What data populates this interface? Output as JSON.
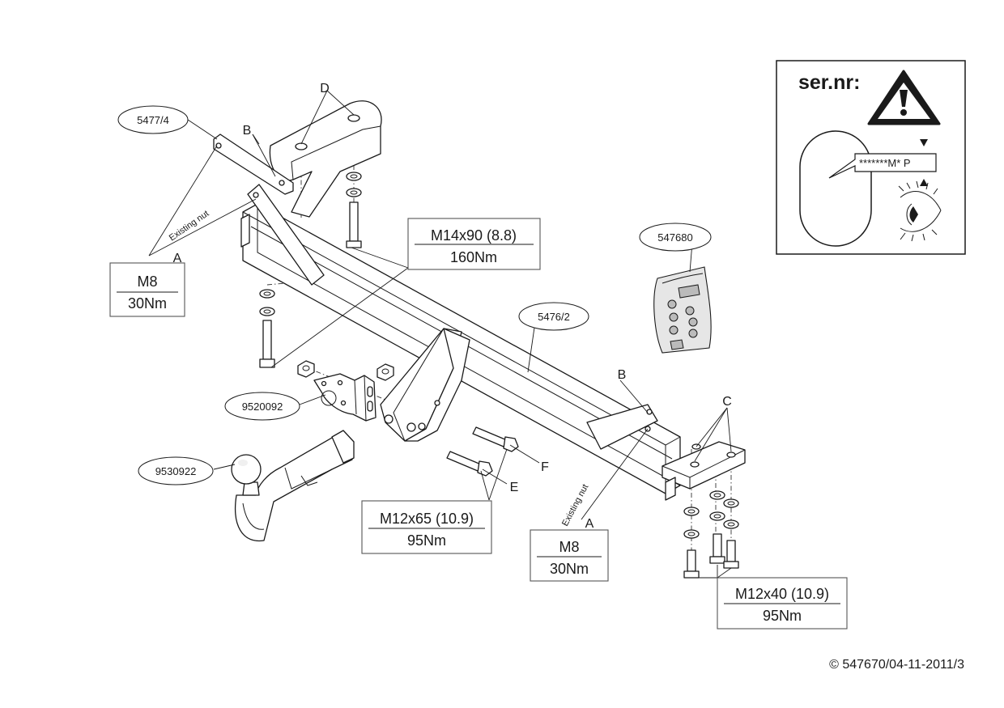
{
  "serial_panel": {
    "ser_label": "ser.nr:",
    "plate_text": "*******M* P",
    "warning_icon": "warning-triangle-icon",
    "eye_icon": "eye-icon"
  },
  "part_numbers": {
    "crossbar": "5476/2",
    "left_bracket": "5477/4",
    "hardware_kit": "547680",
    "ball_plate": "9520092",
    "tow_ball": "9530922"
  },
  "point_letters": {
    "a_left": "A",
    "a_right": "A",
    "b_left": "B",
    "b_right": "B",
    "c": "C",
    "d": "D",
    "e": "E",
    "f": "F"
  },
  "notes": {
    "existing_nut_left": "Existing nut",
    "existing_nut_right": "Existing nut"
  },
  "torque_specs": {
    "m8_left": {
      "bolt": "M8",
      "torque": "30Nm"
    },
    "m14": {
      "bolt": "M14x90 (8.8)",
      "torque": "160Nm"
    },
    "m12x65": {
      "bolt": "M12x65 (10.9)",
      "torque": "95Nm"
    },
    "m8_right": {
      "bolt": "M8",
      "torque": "30Nm"
    },
    "m12x40": {
      "bolt": "M12x40 (10.9)",
      "torque": "95Nm"
    }
  },
  "footer": {
    "copyright": "© 547670/04-11-2011/3"
  }
}
